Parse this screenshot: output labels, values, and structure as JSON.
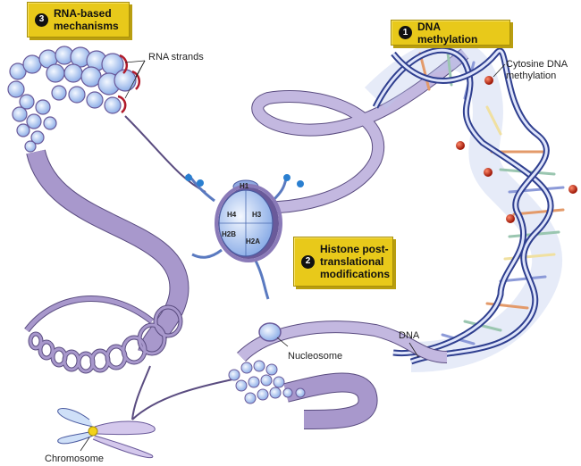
{
  "callouts": {
    "rna": {
      "number": "3",
      "text_line1": "RNA-based",
      "text_line2": "mechanisms"
    },
    "dna_methylation": {
      "number": "1",
      "text": "DNA methylation"
    },
    "histone": {
      "number": "2",
      "text_line1": "Histone post-",
      "text_line2": "translational",
      "text_line3": "modifications"
    }
  },
  "labels": {
    "rna_strands": "RNA strands",
    "cytosine_line1": "Cytosine DNA",
    "cytosine_line2": "methylation",
    "dna": "DNA",
    "nucleosome": "Nucleosome",
    "chromosome": "Chromosome"
  },
  "histones": {
    "h1": "H1",
    "h3": "H3",
    "h4": "H4",
    "h2a": "H2A",
    "h2b": "H2B"
  },
  "colors": {
    "callout_yellow": "#e8c91a",
    "chromatin_purple": "#a898cc",
    "dna_blue": "#3d4fa0",
    "methyl_red": "#c0281a",
    "histone_tail_blue": "#2a7fd0",
    "centromere_yellow": "#f2d21a"
  }
}
